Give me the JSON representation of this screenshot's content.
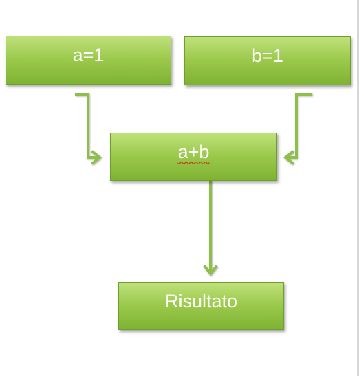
{
  "nodes": {
    "a": {
      "label": "a=1"
    },
    "b": {
      "label": "b=1"
    },
    "sum": {
      "label": "a+b"
    },
    "result": {
      "label": "Risultato"
    }
  },
  "edges": [
    {
      "from": "a",
      "to": "sum"
    },
    {
      "from": "b",
      "to": "sum"
    },
    {
      "from": "sum",
      "to": "result"
    }
  ],
  "colors": {
    "box_fill_top": "#bfe17a",
    "box_fill_bottom": "#7fb332",
    "box_text": "#ffffff",
    "connector": "#8fbf4b",
    "spellcheck_underline": "#d11a1a"
  }
}
